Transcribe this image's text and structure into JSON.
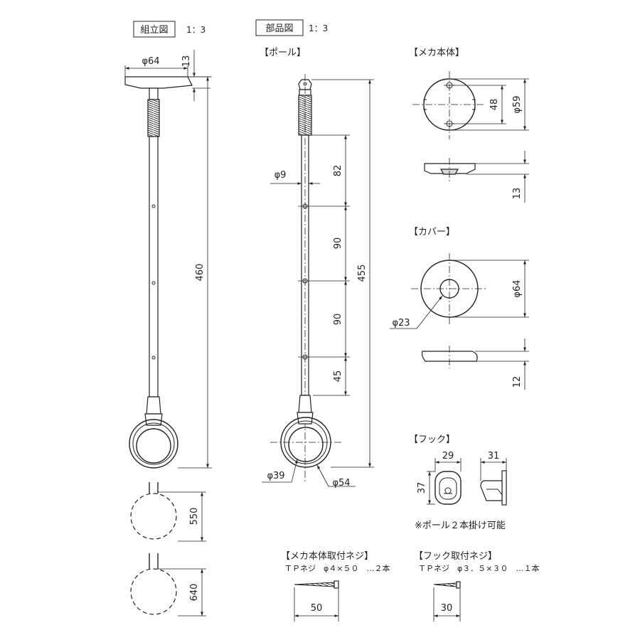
{
  "headers": {
    "assembly": "組立図",
    "assembly_scale": "1：3",
    "parts": "部品図",
    "parts_scale": "1：3"
  },
  "sections": {
    "pole": "【ポール】",
    "mecha_body": "【メカ本体】",
    "cover": "【カバー】",
    "hook": "【フック】",
    "mecha_screw": "【メカ本体取付ネジ】",
    "hook_screw": "【フック取付ネジ】"
  },
  "assembly_dims": {
    "base_diameter": "φ64",
    "base_height": "13",
    "total_length": "460",
    "len_2": "550",
    "len_3": "640"
  },
  "pole_dims": {
    "diameter": "φ9",
    "seg1": "82",
    "seg2": "90",
    "seg3": "90",
    "seg4": "45",
    "total": "455",
    "ring_inner": "φ39",
    "ring_outer": "φ54"
  },
  "mecha_dims": {
    "hole_pitch": "48",
    "diameter": "φ59",
    "height": "13"
  },
  "cover_dims": {
    "diameter": "φ64",
    "hole": "φ23",
    "height": "12"
  },
  "hook_dims": {
    "width": "29",
    "height": "37",
    "depth": "31",
    "note": "※ポール２本掛け可能"
  },
  "screws": {
    "mecha_spec": "ＴＰネジ　φ４×５０　…２本",
    "mecha_length": "50",
    "hook_spec": "ＴＰネジ　φ３．５×３０　…１本",
    "hook_length": "30"
  }
}
